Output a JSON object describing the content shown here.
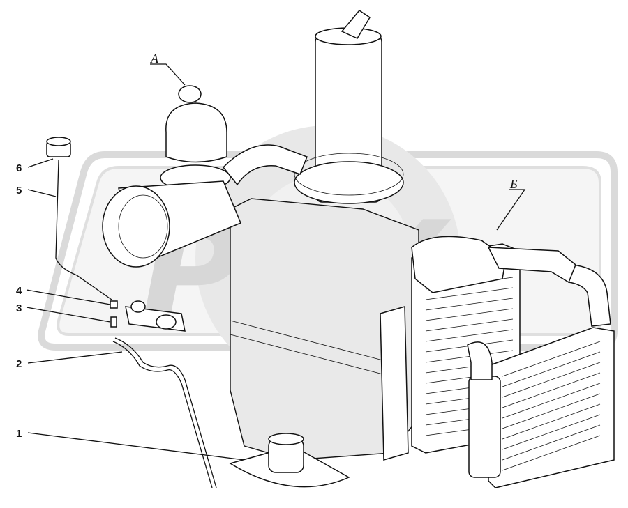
{
  "callouts": {
    "n1": "1",
    "n2": "2",
    "n3": "3",
    "n4": "4",
    "n5": "5",
    "n6": "6",
    "view_a": "А",
    "view_b": "Б"
  },
  "watermark": {
    "text": "PEX",
    "color": "#d3d3d3"
  }
}
